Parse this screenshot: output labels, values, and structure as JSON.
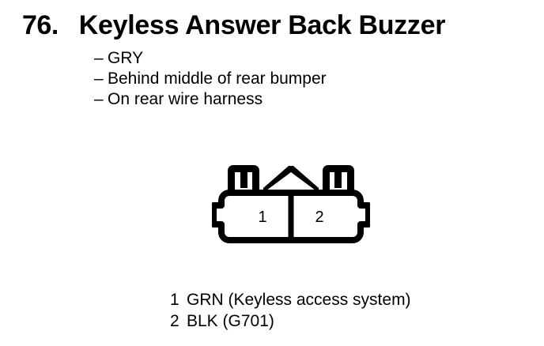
{
  "page": {
    "background_color": "#ffffff",
    "ink_color": "#000000"
  },
  "header": {
    "number": "76.",
    "title": "Keyless Answer Back Buzzer"
  },
  "details": {
    "dash": "–",
    "items": [
      "GRY",
      "Behind middle of rear bumper",
      "On rear wire harness"
    ]
  },
  "connector": {
    "type": "2-cavity-connector-face-view",
    "cavities": [
      {
        "number": "1"
      },
      {
        "number": "2"
      }
    ]
  },
  "legend": {
    "rows": [
      {
        "pin": "1",
        "text": "GRN (Keyless access system)"
      },
      {
        "pin": "2",
        "text": "BLK (G701)"
      }
    ]
  }
}
